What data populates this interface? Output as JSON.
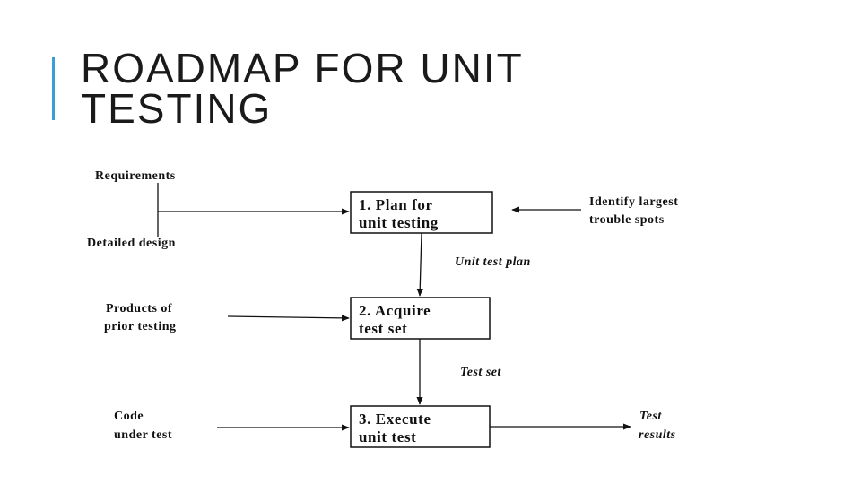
{
  "slide": {
    "title_line1": "ROADMAP FOR UNIT",
    "title_line2": "TESTING",
    "accent_color": "#3a9fd6"
  },
  "diagram": {
    "steps": [
      {
        "line1": "1. Plan for",
        "line2": "unit testing"
      },
      {
        "line1": "2. Acquire",
        "line2": "test set"
      },
      {
        "line1": "3. Execute",
        "line2": "unit test"
      }
    ],
    "inputs": {
      "requirements": "Requirements",
      "detailed_design": "Detailed design",
      "trouble_spots_line1": "Identify largest",
      "trouble_spots_line2": "trouble spots",
      "prior_testing_line1": "Products of",
      "prior_testing_line2": "prior testing",
      "code_line1": "Code",
      "code_line2": "under test"
    },
    "flows": {
      "unit_test_plan": "Unit test plan",
      "test_set": "Test set",
      "results_line1": "Test",
      "results_line2": "results"
    }
  }
}
